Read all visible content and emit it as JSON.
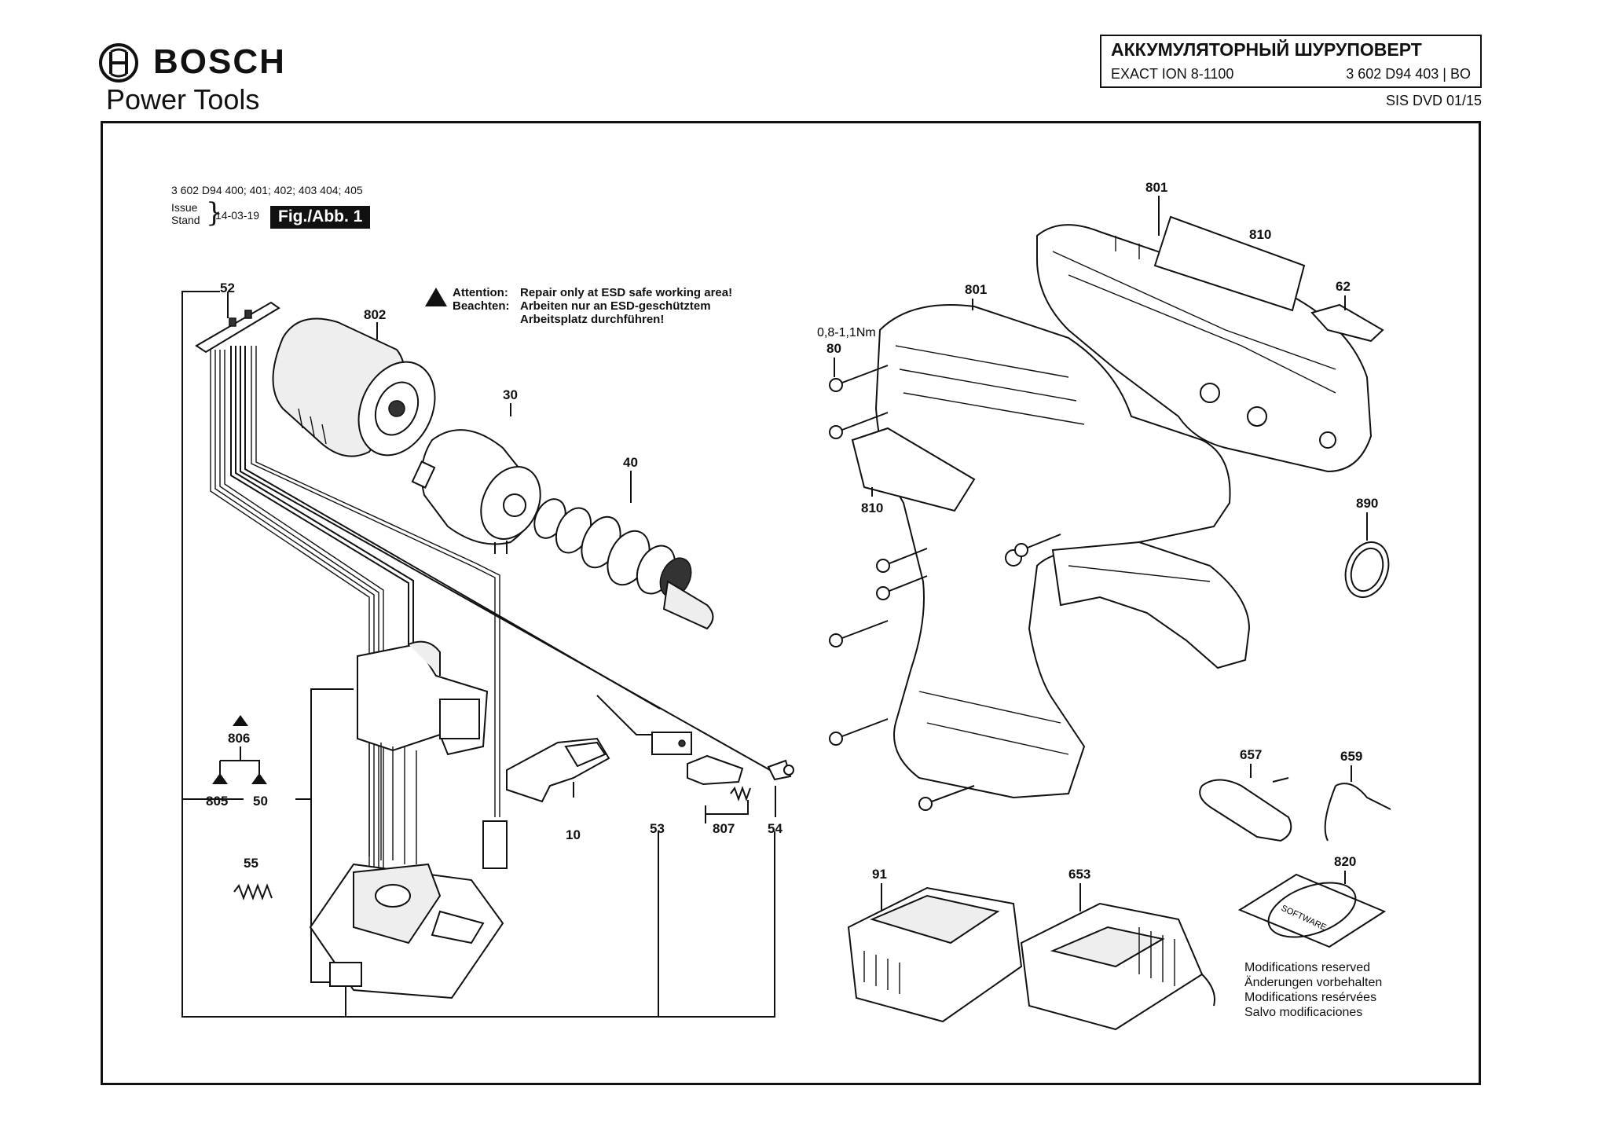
{
  "header": {
    "brand": "BOSCH",
    "subbrand": "Power Tools",
    "title": "АККУМУЛЯТОРНЫЙ ШУРУПОВЕРТ",
    "model": "EXACT ION 8-1100",
    "part_number": "3 602 D94 403 | BO",
    "sis": "SIS DVD 01/15"
  },
  "info": {
    "applies_to": "3 602 D94 400; 401; 402; 403 404; 405",
    "issue_label": "Issue",
    "stand_label": "Stand",
    "date": "14-03-19",
    "figure": "Fig./Abb. 1"
  },
  "attention": {
    "en_key": "Attention:",
    "en_text": "Repair only at ESD safe working area!",
    "de_key": "Beachten:",
    "de_text1": "Arbeiten nur an ESD-geschütztem",
    "de_text2": "Arbeitsplatz durchführen!"
  },
  "torque": "0,8-1,1Nm",
  "callouts": {
    "c52": "52",
    "c802": "802",
    "c30": "30",
    "c40": "40",
    "c806": "806",
    "c805": "805",
    "c50": "50",
    "c10": "10",
    "c53": "53",
    "c807": "807",
    "c54": "54",
    "c55": "55",
    "c801a": "801",
    "c801b": "801",
    "c810a": "810",
    "c810b": "810",
    "c62": "62",
    "c80": "80",
    "c890": "890",
    "c657": "657",
    "c659": "659",
    "c91": "91",
    "c653": "653",
    "c820": "820"
  },
  "software_label": "SOFTWARE",
  "modifications": [
    "Modifications reserved",
    "Änderungen vorbehalten",
    "Modifications resérvées",
    "Salvo modificaciones"
  ]
}
